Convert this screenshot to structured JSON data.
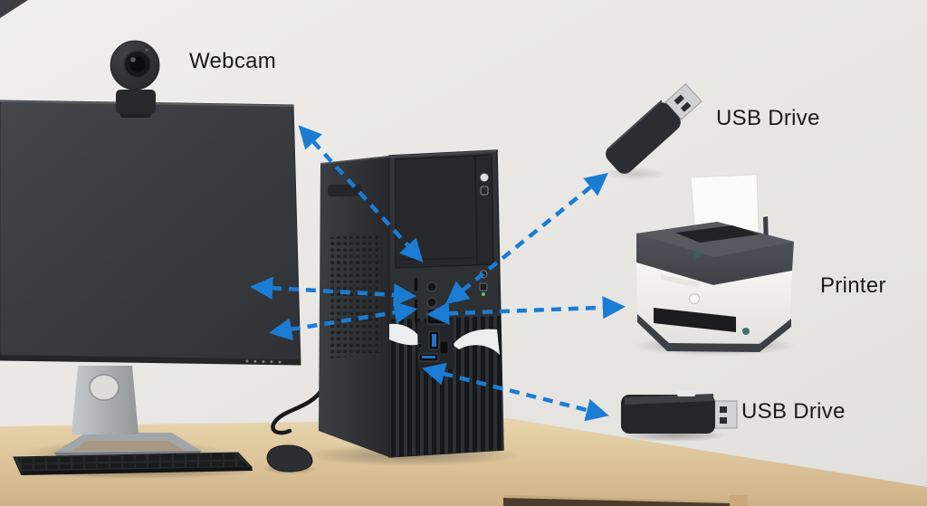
{
  "diagram": {
    "type": "pc-peripheral-connection-diagram",
    "labels": {
      "webcam": "Webcam",
      "usb_drive_top": "USB Drive",
      "printer": "Printer",
      "usb_drive_bottom": "USB Drive"
    },
    "devices": [
      {
        "id": "webcam",
        "label": "Webcam",
        "labeled": true
      },
      {
        "id": "monitor",
        "labeled": false
      },
      {
        "id": "pc-tower",
        "labeled": false
      },
      {
        "id": "keyboard",
        "labeled": false
      },
      {
        "id": "mouse",
        "labeled": false
      },
      {
        "id": "usb-drive-top",
        "label": "USB Drive",
        "labeled": true
      },
      {
        "id": "printer",
        "label": "Printer",
        "labeled": true
      },
      {
        "id": "usb-drive-bottom",
        "label": "USB Drive",
        "labeled": true
      }
    ],
    "connections": [
      {
        "from": "pc-tower-front-panel",
        "to": "webcam",
        "style": "dashed-double-arrow"
      },
      {
        "from": "pc-tower-front-panel",
        "to": "monitor",
        "style": "dashed-double-arrow"
      },
      {
        "from": "pc-tower-front-panel",
        "to": "monitor",
        "style": "dashed-double-arrow"
      },
      {
        "from": "pc-tower-front-panel",
        "to": "usb-drive-top",
        "style": "dashed-double-arrow"
      },
      {
        "from": "pc-tower-front-panel",
        "to": "printer",
        "style": "dashed-double-arrow"
      },
      {
        "from": "pc-tower-front-panel",
        "to": "usb-drive-bottom",
        "style": "dashed-double-arrow"
      }
    ]
  },
  "colors": {
    "arrow": "#1b7cd4",
    "wall": "#e9e8e5",
    "desk": "#dcc49b",
    "label_text": "#1a1a1a"
  }
}
